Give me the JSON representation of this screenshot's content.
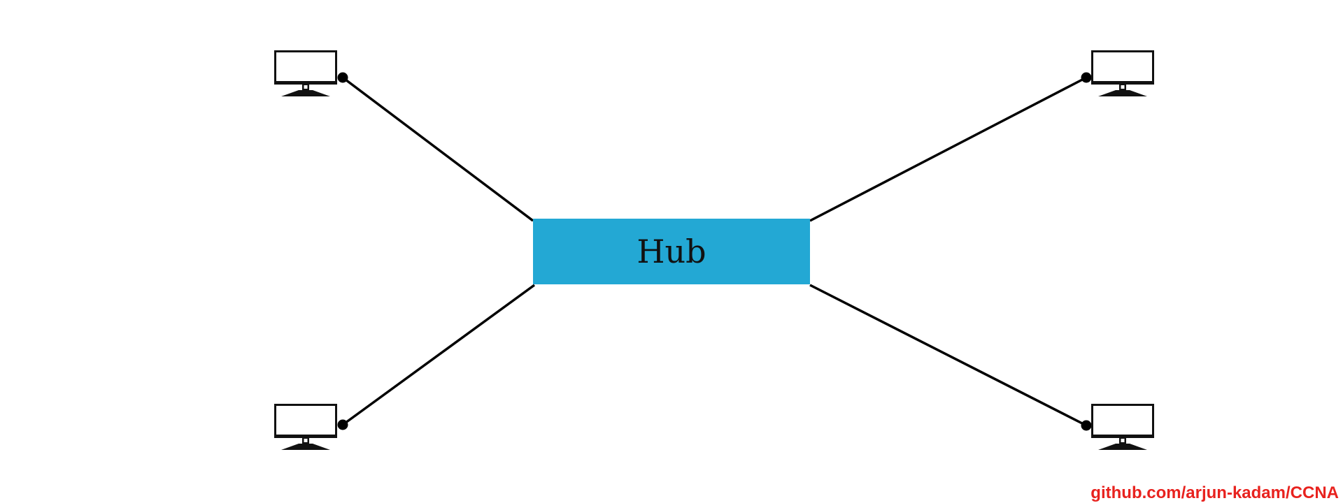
{
  "diagram": {
    "hub": {
      "label": "Hub",
      "fill": "#23A8D4"
    },
    "devices": [
      {
        "id": "pc-top-left",
        "icon": "desktop-monitor-icon"
      },
      {
        "id": "pc-top-right",
        "icon": "desktop-monitor-icon"
      },
      {
        "id": "pc-bottom-left",
        "icon": "desktop-monitor-icon"
      },
      {
        "id": "pc-bottom-right",
        "icon": "desktop-monitor-icon"
      }
    ],
    "line_color": "#000000"
  },
  "watermark": {
    "text": "github.com/arjun-kadam/CCNA",
    "color": "#E8221E"
  }
}
